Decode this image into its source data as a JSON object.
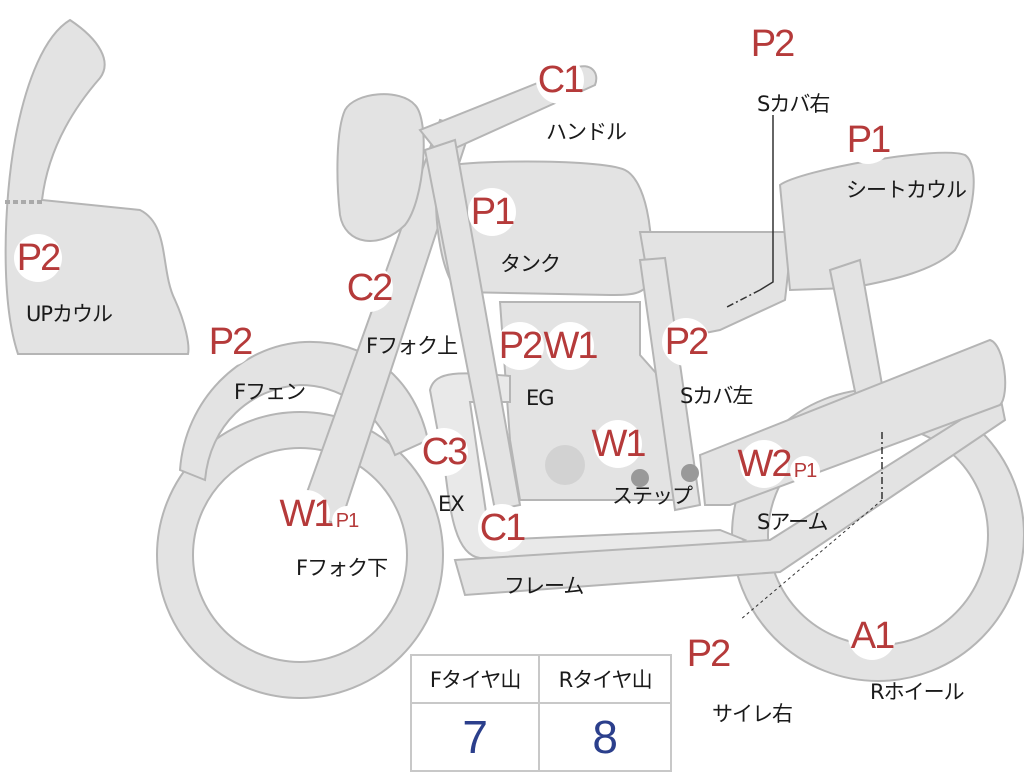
{
  "parts": [
    {
      "id": "up-cowl",
      "code": "P2",
      "label": "UPカウル"
    },
    {
      "id": "f-fender",
      "code": "P2",
      "label": "Fフェン"
    },
    {
      "id": "f-fork-upper",
      "code": "C2",
      "label": "Fフォク上"
    },
    {
      "id": "handle",
      "code": "C1",
      "label": "ハンドル"
    },
    {
      "id": "tank",
      "code": "P1",
      "label": "タンク"
    },
    {
      "id": "s-cover-right",
      "code": "P2",
      "label": "Sカバ右"
    },
    {
      "id": "seat-cowl",
      "code": "P1",
      "label": "シートカウル"
    },
    {
      "id": "eg",
      "codes": [
        "P2",
        "W1"
      ],
      "label": "EG"
    },
    {
      "id": "s-cover-left",
      "code": "P2",
      "label": "Sカバ左"
    },
    {
      "id": "ex",
      "code": "C3",
      "label": "EX"
    },
    {
      "id": "step",
      "code": "W1",
      "label": "ステップ"
    },
    {
      "id": "s-arm",
      "codes": [
        "W2",
        "P1"
      ],
      "label": "Sアーム"
    },
    {
      "id": "f-fork-lower",
      "codes": [
        "W1",
        "P1"
      ],
      "label": "Fフォク下"
    },
    {
      "id": "frame",
      "code": "C1",
      "label": "フレーム"
    },
    {
      "id": "silencer-right",
      "code": "P2",
      "label": "サイレ右"
    },
    {
      "id": "r-wheel",
      "code": "A1",
      "label": "Rホイール"
    }
  ],
  "tread_table": {
    "headers": [
      "Fタイヤ山",
      "Rタイヤ山"
    ],
    "values": [
      "7",
      "8"
    ]
  },
  "colors": {
    "part_fill": "#e3e3e3",
    "outline": "#b5b5b5",
    "code_text": "#b53a3a",
    "value_text": "#2b3f8c"
  }
}
